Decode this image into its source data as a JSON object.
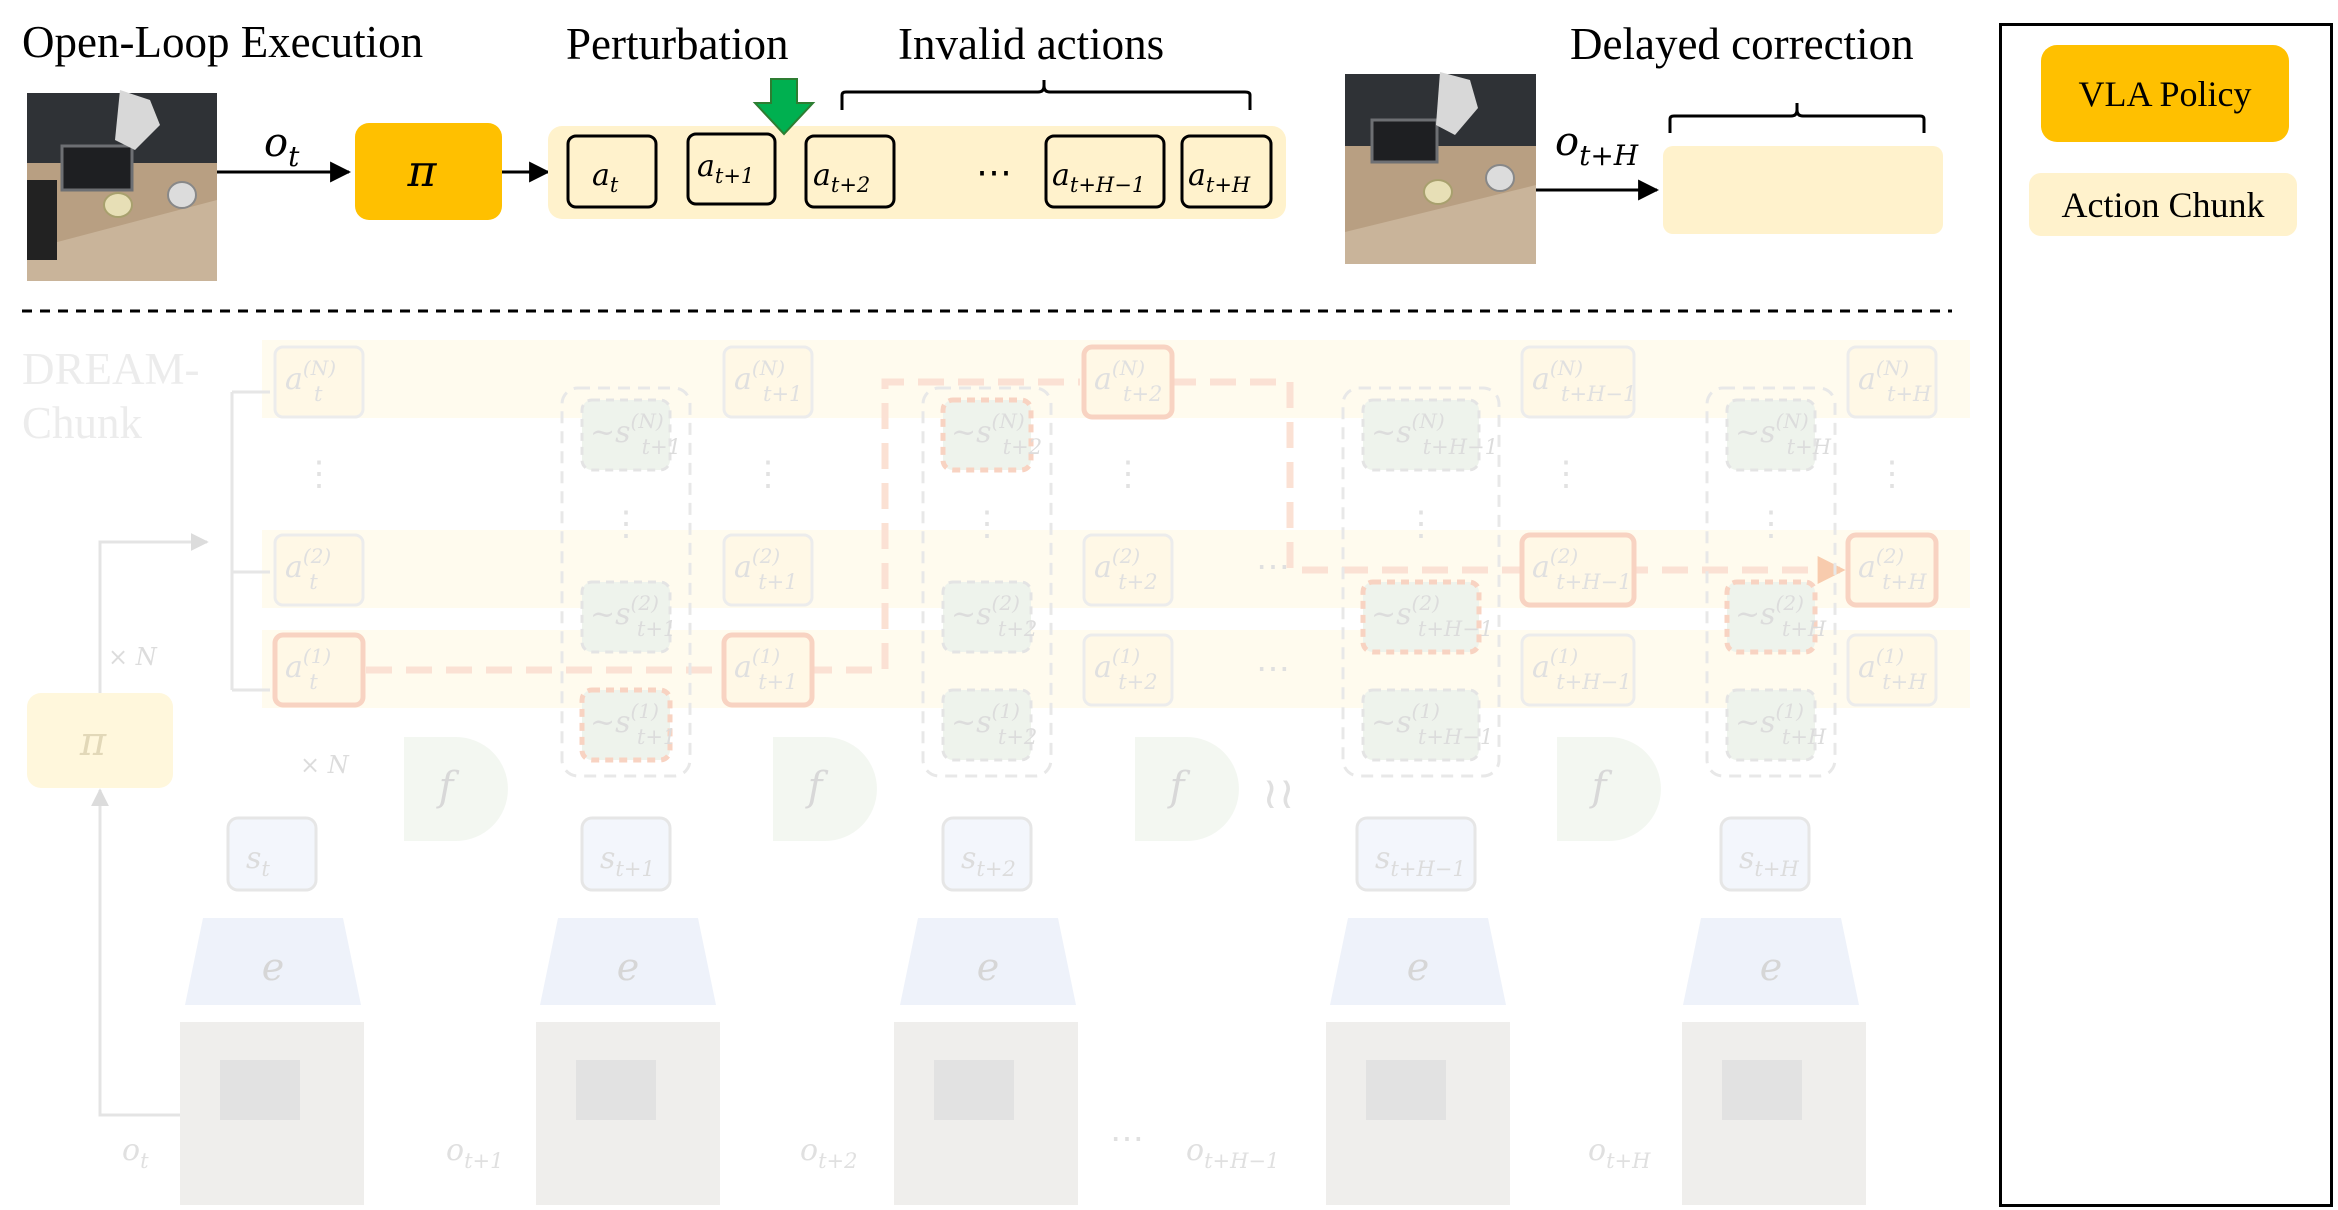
{
  "titles": {
    "open_loop": "Open-Loop Execution",
    "perturbation": "Perturbation",
    "invalid_actions": "Invalid actions",
    "delayed_correction": "Delayed correction",
    "dream_chunk": "DREAM-Chunk"
  },
  "legend": {
    "policy": "VLA Policy",
    "chunk": "Action Chunk"
  },
  "colors": {
    "policy_fill": "#FFC000",
    "chunk_fill": "#FFF2CC",
    "perturbation_arrow": "#00B050",
    "faded_red": "#F8CBAD",
    "faded_green": "#EEF3EC",
    "faded_blue": "#EDF2FB"
  },
  "top": {
    "obs": {
      "base": "o",
      "sub": "t"
    },
    "policy": "π",
    "actions": [
      {
        "base": "a",
        "sub": "t"
      },
      {
        "base": "a",
        "sub": "t+1"
      },
      {
        "base": "a",
        "sub": "t+2"
      },
      {
        "base": "a",
        "sub": "t+H−1"
      },
      {
        "base": "a",
        "sub": "t+H"
      }
    ],
    "ellipsis": "⋯",
    "obs2": {
      "base": "o",
      "sub": "t+H"
    }
  },
  "bottom": {
    "policy": "π",
    "times_n": "× N",
    "f": "f",
    "e": "e",
    "vdots": "⋮",
    "ellipsis": "⋯",
    "cols": [
      {
        "a_N": "(N)",
        "a_2": "(2)",
        "a_1": "(1)",
        "a_sub": "t",
        "s_sub": "t",
        "o_sub": "t"
      },
      {
        "a_sub": "t+1",
        "s_sub": "t+1",
        "o_sub": "t+1"
      },
      {
        "a_sub": "t+2",
        "s_sub": "t+2",
        "o_sub": "t+2"
      },
      {
        "a_sub": "t+H−1",
        "s_sub": "t+H−1",
        "o_sub": "t+H−1"
      },
      {
        "a_sub": "t+H",
        "s_sub": "t+H",
        "o_sub": "t+H"
      }
    ],
    "s_base": "s",
    "a_base": "a",
    "o_base": "o"
  }
}
